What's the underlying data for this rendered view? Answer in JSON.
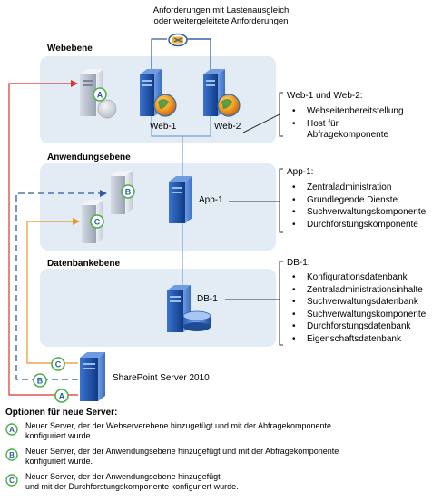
{
  "header": {
    "line1": "Anforderungen mit Lastenausgleich",
    "line2": "oder weitergeleitete Anforderungen"
  },
  "tiers": {
    "web": "Webebene",
    "app": "Anwendungsebene",
    "db": "Datenbankebene"
  },
  "servers": {
    "web1": "Web-1",
    "web2": "Web-2",
    "app1": "App-1",
    "db1": "DB-1",
    "sharepoint": "SharePoint Server 2010"
  },
  "badges": {
    "a": "A",
    "b": "B",
    "c": "C"
  },
  "side_web": {
    "title": "Web-1 und Web-2:",
    "items": [
      "Webseitenbereitstellung",
      "Host für",
      "Abfragekomponente"
    ]
  },
  "side_app": {
    "title": "App-1:",
    "items": [
      "Zentraladministration",
      "Grundlegende Dienste",
      "Suchverwaltungskomponente",
      "Durchforstungskomponente"
    ]
  },
  "side_db": {
    "title": "DB-1:",
    "items": [
      "Konfigurationsdatenbank",
      "Zentraladministrationsinhalte",
      "Suchverwaltungsdatenbank",
      "Suchverwaltungskomponente",
      "Durchforstungsdatenbank",
      "Eigenschaftsdatenbank"
    ]
  },
  "legend": {
    "title": "Optionen für neue Server:",
    "rows": [
      {
        "badge": "A",
        "line1": "Neuer Server, der der Webserverebene hinzugefügt und mit der Abfragekomponente",
        "line2": "konfiguriert wurde."
      },
      {
        "badge": "B",
        "line1": "Neuer Server, der der Anwendungsebene hinzugefügt und mit der Abfragekomponente",
        "line2": "konfiguriert wurde."
      },
      {
        "badge": "C",
        "line1": "Neuer Server, der der Anwendungsebene hinzugefügt",
        "line2": "und mit der Durchforstungskomponente konfiguriert wurde."
      }
    ]
  },
  "colors": {
    "tier_bg": "#e3ecf4",
    "line_red": "#d9352b",
    "line_blue": "#2e5c9a",
    "line_orange": "#e8952c",
    "connector": "#5b8fc9",
    "badge_ring": "#4bb04a",
    "server_blue": "#1f4fa0"
  }
}
